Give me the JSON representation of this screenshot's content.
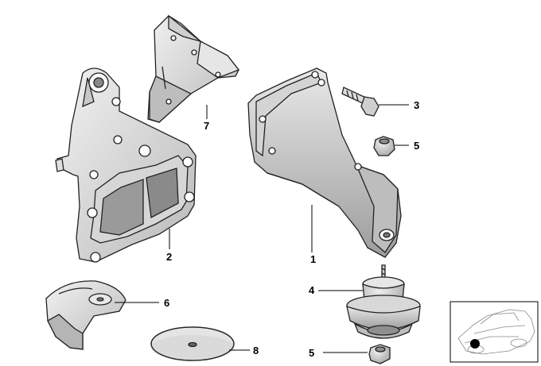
{
  "diagram": {
    "callouts": [
      {
        "id": "label-1",
        "text": "1"
      },
      {
        "id": "label-2",
        "text": "2"
      },
      {
        "id": "label-3",
        "text": "3"
      },
      {
        "id": "label-4",
        "text": "4"
      },
      {
        "id": "label-5a",
        "text": "5"
      },
      {
        "id": "label-5b",
        "text": "5"
      },
      {
        "id": "label-6",
        "text": "6"
      },
      {
        "id": "label-7",
        "text": "7"
      },
      {
        "id": "label-8",
        "text": "8"
      }
    ]
  }
}
